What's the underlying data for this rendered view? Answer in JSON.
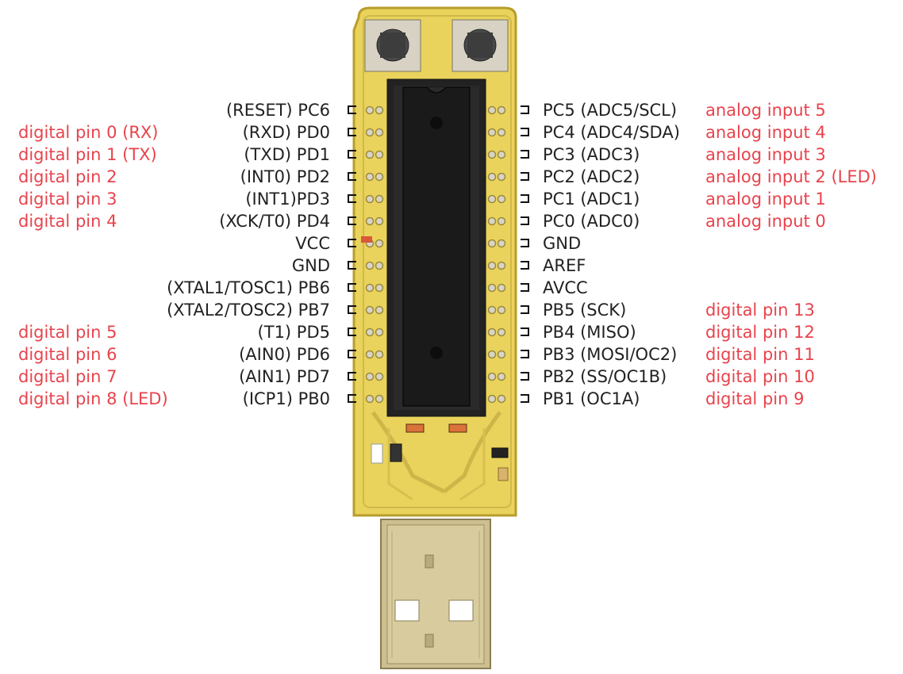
{
  "left_rows": [
    {
      "pin": "(RESET) PC6",
      "func": ""
    },
    {
      "pin": "(RXD) PD0",
      "func": "digital pin 0 (RX)"
    },
    {
      "pin": "(TXD) PD1",
      "func": "digital pin 1 (TX)"
    },
    {
      "pin": "(INT0) PD2",
      "func": "digital pin 2"
    },
    {
      "pin": "(INT1)PD3",
      "func": "digital pin 3"
    },
    {
      "pin": "(XCK/T0) PD4",
      "func": "digital pin 4"
    },
    {
      "pin": "VCC",
      "func": ""
    },
    {
      "pin": "GND",
      "func": ""
    },
    {
      "pin": "(XTAL1/TOSC1) PB6",
      "func": ""
    },
    {
      "pin": "(XTAL2/TOSC2) PB7",
      "func": ""
    },
    {
      "pin": "(T1) PD5",
      "func": "digital pin 5"
    },
    {
      "pin": "(AIN0) PD6",
      "func": "digital pin 6"
    },
    {
      "pin": "(AIN1) PD7",
      "func": "digital pin 7"
    },
    {
      "pin": "(ICP1) PB0",
      "func": "digital pin 8 (LED)"
    }
  ],
  "right_rows": [
    {
      "pin": "PC5 (ADC5/SCL)",
      "func": "analog input 5"
    },
    {
      "pin": "PC4 (ADC4/SDA)",
      "func": "analog input 4"
    },
    {
      "pin": "PC3 (ADC3)",
      "func": "analog input 3"
    },
    {
      "pin": "PC2 (ADC2)",
      "func": "analog input 2 (LED)"
    },
    {
      "pin": "PC1 (ADC1)",
      "func": "analog input 1"
    },
    {
      "pin": "PC0 (ADC0)",
      "func": "analog input 0"
    },
    {
      "pin": "GND",
      "func": ""
    },
    {
      "pin": "AREF",
      "func": ""
    },
    {
      "pin": "AVCC",
      "func": ""
    },
    {
      "pin": "PB5 (SCK)",
      "func": "digital pin 13"
    },
    {
      "pin": "PB4 (MISO)",
      "func": "digital pin 12"
    },
    {
      "pin": "PB3 (MOSI/OC2)",
      "func": "digital pin 11"
    },
    {
      "pin": "PB2 (SS/OC1B)",
      "func": "digital pin 10"
    },
    {
      "pin": "PB1 (OC1A)",
      "func": "digital pin 9"
    }
  ],
  "colors": {
    "function_label": "#e8434c",
    "pin_label": "#222222",
    "pcb": "#e8d25a",
    "usb": "#c9b98a"
  }
}
